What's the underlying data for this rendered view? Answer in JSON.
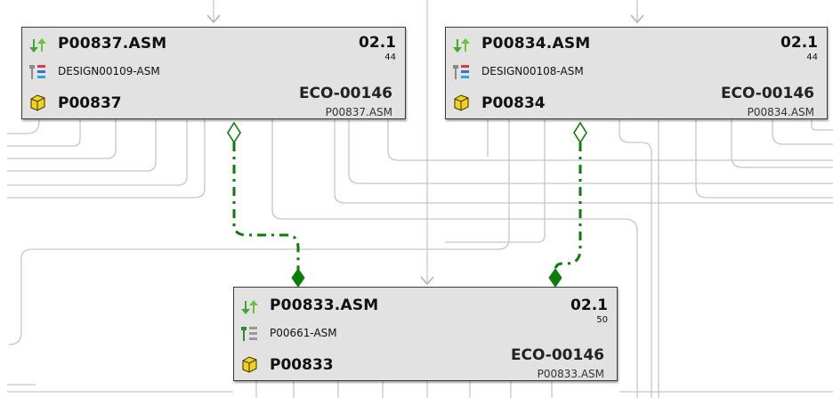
{
  "nodes": [
    {
      "id": "P00837",
      "title": "P00837.ASM",
      "revision": "02.1",
      "sequence": "44",
      "design": "DESIGN00109-ASM",
      "part_number": "P00837",
      "eco": "ECO-00146",
      "file": "P00837.ASM"
    },
    {
      "id": "P00834",
      "title": "P00834.ASM",
      "revision": "02.1",
      "sequence": "44",
      "design": "DESIGN00108-ASM",
      "part_number": "P00834",
      "eco": "ECO-00146",
      "file": "P00834.ASM"
    },
    {
      "id": "P00833",
      "title": "P00833.ASM",
      "revision": "02.1",
      "sequence": "50",
      "design": "P00661-ASM",
      "part_number": "P00833",
      "eco": "ECO-00146",
      "file": "P00833.ASM"
    }
  ],
  "edges": [
    {
      "from": "P00837",
      "to": "P00833",
      "style": "dashed",
      "color": "#0a7d0a"
    },
    {
      "from": "P00834",
      "to": "P00833",
      "style": "dashed",
      "color": "#0a7d0a"
    }
  ],
  "colors": {
    "node_fill": "#e2e2e2",
    "node_border": "#3a3a3a",
    "connector": "#c8c8c8",
    "link": "#0a7d0a"
  }
}
